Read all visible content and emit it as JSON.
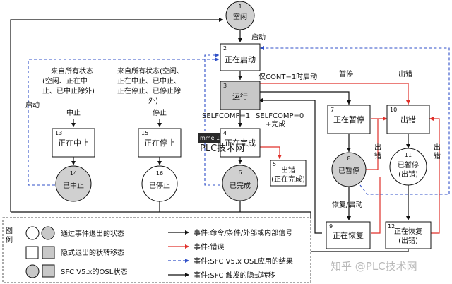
{
  "diagram": {
    "states": {
      "s1": {
        "num": "1",
        "label": "空闲"
      },
      "s2": {
        "num": "2",
        "label": "正在启动"
      },
      "s3": {
        "num": "3",
        "label": "运行"
      },
      "s4": {
        "num": "4",
        "label": "正在完成"
      },
      "s5": {
        "num": "5",
        "label1": "出错",
        "label2": "(正在完成)"
      },
      "s6": {
        "num": "6",
        "label": "已完成"
      },
      "s7": {
        "num": "7",
        "label": "正在暂停"
      },
      "s8": {
        "num": "8",
        "label": "已暂停"
      },
      "s9": {
        "num": "9",
        "label": "正在恢复"
      },
      "s10": {
        "num": "10",
        "label": "出错"
      },
      "s11": {
        "num": "11",
        "label1": "已暂停",
        "label2": "(出错)"
      },
      "s12": {
        "num": "12",
        "label1": "正在恢复",
        "label2": "(出错)"
      },
      "s13": {
        "num": "13",
        "label": "正在中止"
      },
      "s14": {
        "num": "14",
        "label": "已中止"
      },
      "s15": {
        "num": "15",
        "label": "正在停止"
      },
      "s16": {
        "num": "16",
        "label": "已停止"
      }
    },
    "annotations": {
      "start": "启动",
      "start2": "启动",
      "pause": "暂停",
      "error_top": "出错",
      "cont_only": "仅CONT=1时启动",
      "selfcomp1": "SELFCOMP=1",
      "selfcomp0": "SELFCOMP=0",
      "plus_done": "+完成",
      "error_v1": "出",
      "error_v2": "错",
      "resume_start": "恢复/启动",
      "abort": "中止",
      "stop": "停止",
      "from_all_abort_1": "来自所有状态",
      "from_all_abort_2": "(空闲、正在中",
      "from_all_abort_3": "止、已中止除外)",
      "from_all_stop_1": "来自所有状态(空闲、",
      "from_all_stop_2": "正在中止、已中止、",
      "from_all_stop_3": "正在停止、已停止除",
      "from_all_stop_4": "外)"
    },
    "legend": {
      "title1": "图",
      "title2": "例",
      "state_event_exit": "通过事件退出的状态",
      "state_implicit_exit": "隐式退出的状转移态",
      "state_osl": "SFC V5.x的OSL状态",
      "evt_cmd": "事件:命令/条件/外部或内部信号",
      "evt_error": "事件:错误",
      "evt_osl": "事件:SFC V5.x  OSL应用的结果",
      "evt_implicit": "事件:SFC 触发的隐式转移"
    },
    "overlay": {
      "small_text": "mme  1",
      "plc_text": "PLC技术网"
    },
    "watermark": "知乎 @PLC技术网",
    "colors": {
      "state_fill": "#d0d0d0",
      "box_fill": "#ffffff",
      "red": "#e0302a",
      "blue": "#3050c8",
      "black": "#111111"
    }
  }
}
